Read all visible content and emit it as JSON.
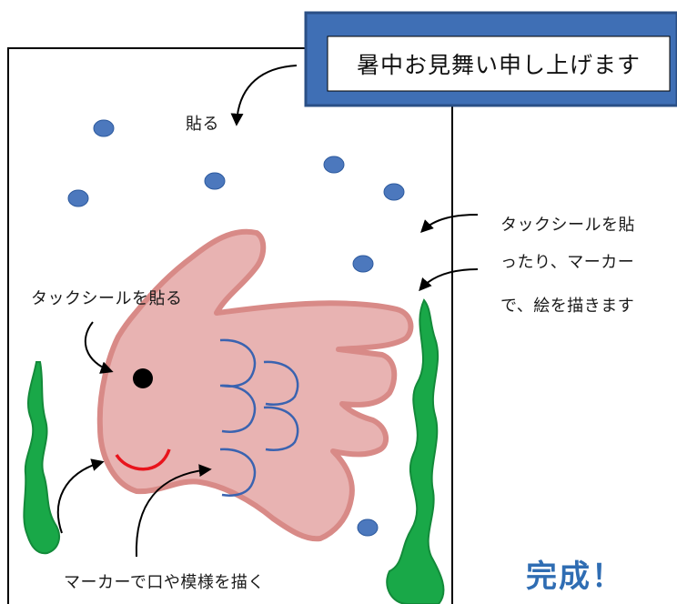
{
  "banner": {
    "title": "暑中お見舞い申し上げます"
  },
  "labels": {
    "top_arrow": "貼る",
    "right_note_lines": [
      "タックシールを貼",
      "ったり、マーカー",
      "で、絵を描きます"
    ],
    "eye_note": "タックシールを貼る",
    "bottom_note": "マーカーで口や模様を描く",
    "finished": "完成！"
  },
  "colors": {
    "frame_blue": "#3f6fb5",
    "frame_dark": "#2a4f86",
    "dot_blue": "#4c78bd",
    "fish_fill": "#e8b3b2",
    "fish_edge": "#d88a87",
    "scale_blue": "#3a63b0",
    "mouth_red": "#e8141c",
    "seaweed_green": "#19a848",
    "done_blue": "#2f6db3"
  }
}
